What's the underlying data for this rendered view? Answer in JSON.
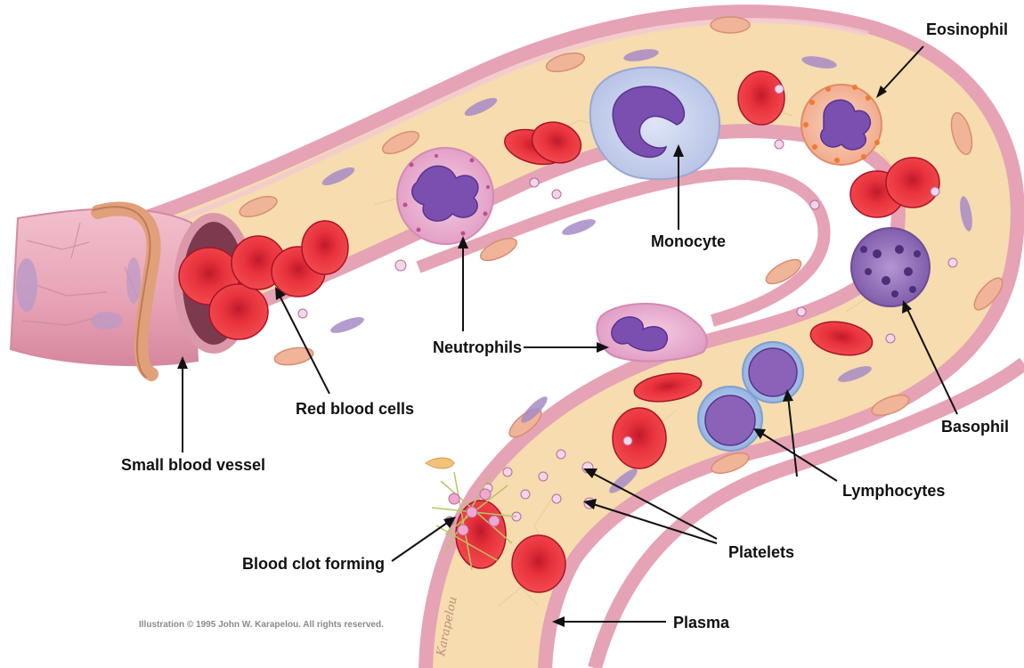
{
  "labels": {
    "eosinophil": "Eosinophil",
    "monocyte": "Monocyte",
    "neutrophils": "Neutrophils",
    "red_blood_cells": "Red blood cells",
    "small_blood_vessel": "Small blood vessel",
    "basophil": "Basophil",
    "lymphocytes": "Lymphocytes",
    "platelets": "Platelets",
    "blood_clot_forming": "Blood clot forming",
    "plasma": "Plasma"
  },
  "credit": "Illustration © 1995 John W. Karapelou. All rights reserved.",
  "signature": "Karapelou",
  "colors": {
    "vessel_wall": "#e9a3b6",
    "vessel_wall_dark": "#d98aa0",
    "plasma": "#f7ddb0",
    "red_cell": "#e8323c",
    "red_cell_dark": "#b8182a",
    "wbc_nucleus": "#7a4fb0",
    "monocyte_body": "#c9d3ee",
    "neutrophil_body": "#eab6d3",
    "eosinophil_granule": "#f08a3a",
    "basophil_body": "#8f6bb8",
    "lymphocyte_body": "#a9c4ea",
    "muscle_band": "#e3a07e",
    "arrow": "#111111"
  }
}
